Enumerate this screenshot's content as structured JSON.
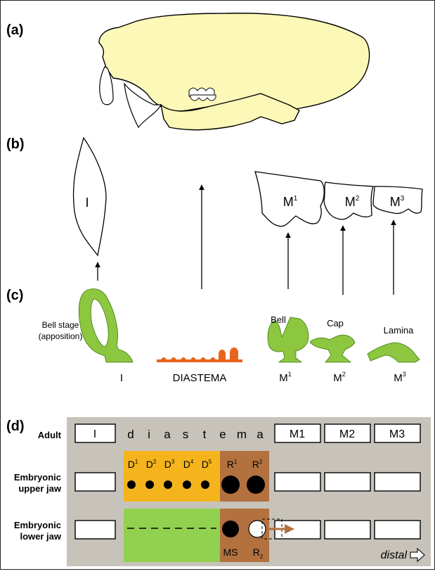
{
  "panels": {
    "a": "(a)",
    "b": "(b)",
    "c": "(c)",
    "d": "(d)"
  },
  "panel_b": {
    "incisor": "I",
    "molars": [
      "M",
      "M",
      "M"
    ],
    "molar_superscripts": [
      "1",
      "2",
      "3"
    ]
  },
  "panel_c": {
    "bell_stage_line1": "Bell stage",
    "bell_stage_line2": "(apposition)",
    "bell": "Bell",
    "cap": "Cap",
    "lamina": "Lamina",
    "bottom_labels": {
      "incisor": "I",
      "diastema": "DIASTEMA",
      "m1": "M",
      "m1_sup": "1",
      "m2": "M",
      "m2_sup": "2",
      "m3": "M",
      "m3_sup": "3"
    }
  },
  "panel_d": {
    "row_labels": {
      "adult": "Adult",
      "upper_line1": "Embryonic",
      "upper_line2": "upper jaw",
      "lower_line1": "Embryonic",
      "lower_line2": "lower jaw"
    },
    "adult_incisor": "I",
    "diastema_letters": [
      "d",
      "i",
      "a",
      "s",
      "t",
      "e",
      "m",
      "a"
    ],
    "adult_molars": [
      "M1",
      "M2",
      "M3"
    ],
    "upper_buds": [
      {
        "base": "D",
        "sup": "1"
      },
      {
        "base": "D",
        "sup": "2"
      },
      {
        "base": "D",
        "sup": "3"
      },
      {
        "base": "D",
        "sup": "4"
      },
      {
        "base": "D",
        "sup": "5"
      }
    ],
    "upper_r": [
      {
        "base": "R",
        "sup": "1"
      },
      {
        "base": "R",
        "sup": "2"
      }
    ],
    "lower_ms": "MS",
    "lower_r2_base": "R",
    "lower_r2_sub": "2",
    "distal": "distal",
    "colors": {
      "background": "#c7c3bb",
      "upper_diastema": "#f5b41c",
      "rudiment": "#b3713f",
      "lower_diastema": "#92d050",
      "tooth_green": "#8dc63f",
      "diastema_buds": "#e8641c",
      "skull_fill": "#fbf8b8",
      "arrow_brown": "#b3713f"
    }
  }
}
